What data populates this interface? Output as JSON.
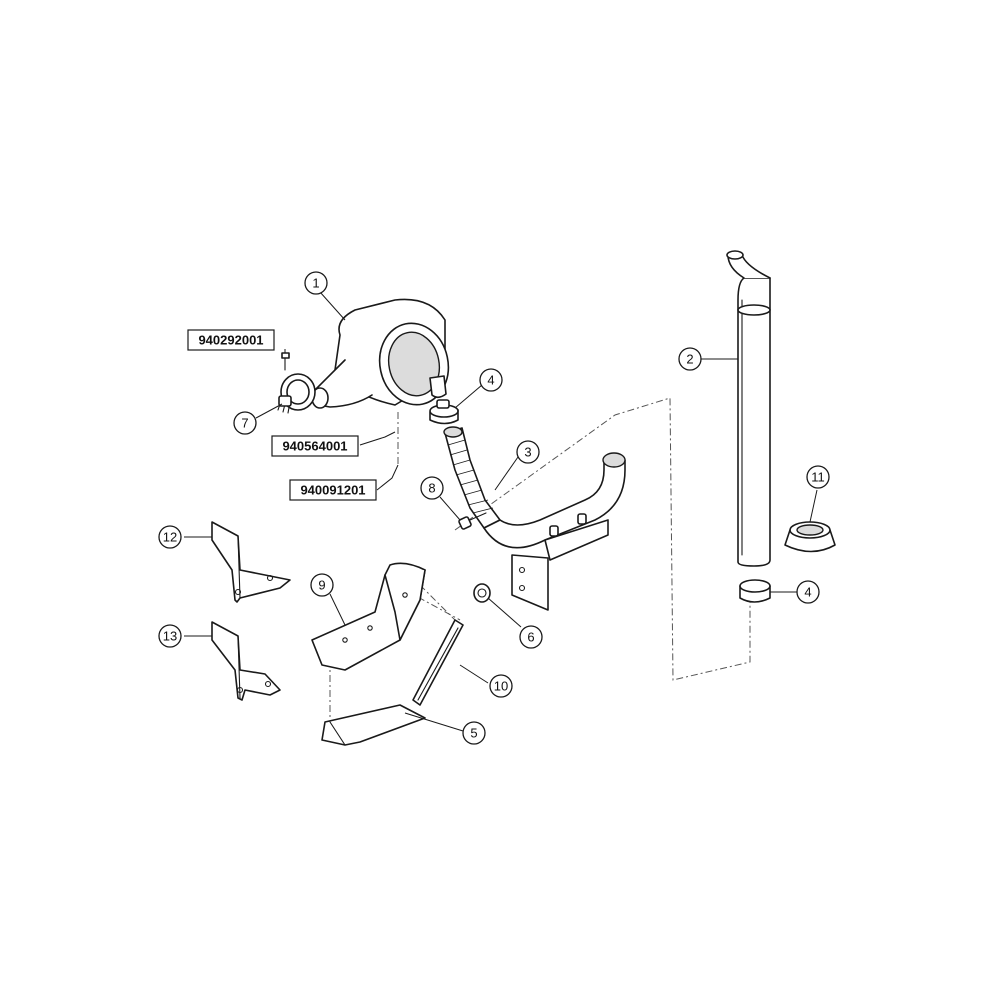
{
  "highlight_color": "#c6df4a",
  "callouts": [
    {
      "id": "callout-1",
      "label": "1",
      "highlighted": true
    },
    {
      "id": "callout-2",
      "label": "2"
    },
    {
      "id": "callout-3",
      "label": "3"
    },
    {
      "id": "callout-4-upper",
      "label": "4"
    },
    {
      "id": "callout-4-lower",
      "label": "4"
    },
    {
      "id": "callout-5",
      "label": "5"
    },
    {
      "id": "callout-6",
      "label": "6"
    },
    {
      "id": "callout-7",
      "label": "7"
    },
    {
      "id": "callout-8",
      "label": "8"
    },
    {
      "id": "callout-9",
      "label": "9"
    },
    {
      "id": "callout-10",
      "label": "10"
    },
    {
      "id": "callout-11",
      "label": "11"
    },
    {
      "id": "callout-12",
      "label": "12"
    },
    {
      "id": "callout-13",
      "label": "13"
    }
  ],
  "part_numbers": [
    {
      "id": "part-number-940292001",
      "label": "940292001"
    },
    {
      "id": "part-number-940564001",
      "label": "940564001"
    },
    {
      "id": "part-number-940091201",
      "label": "940091201"
    }
  ]
}
